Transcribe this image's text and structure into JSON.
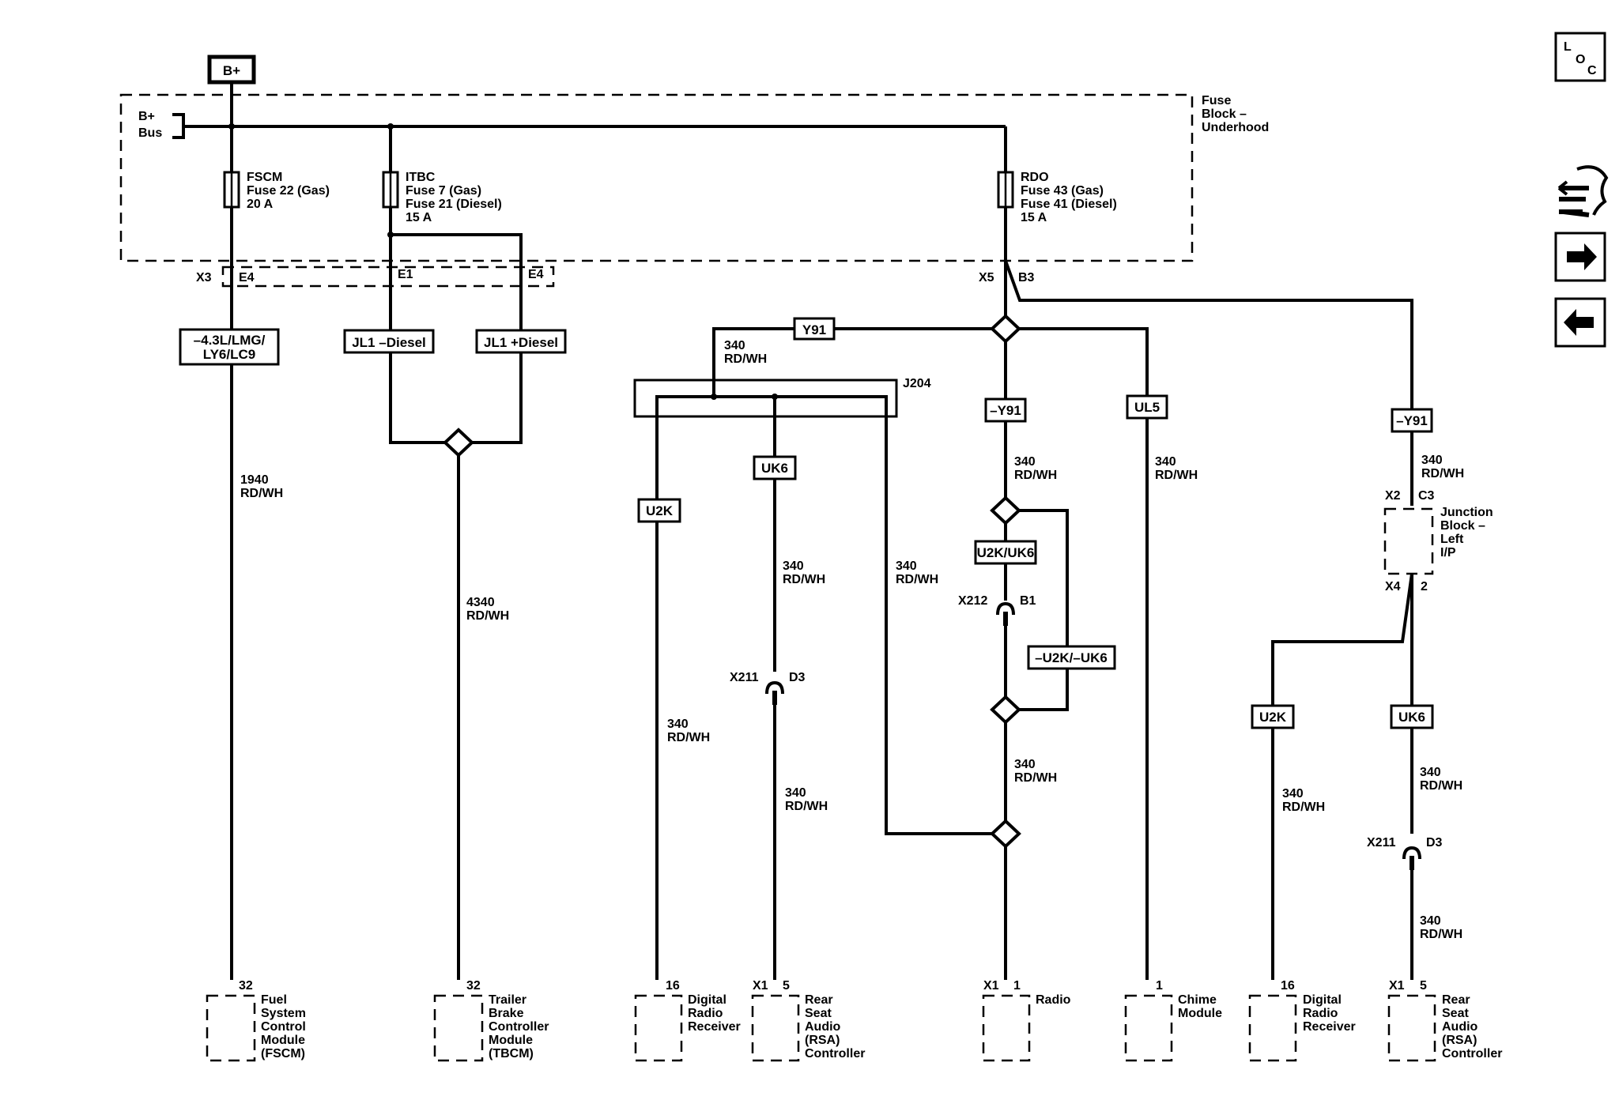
{
  "source": {
    "bplus": "B+",
    "bus_line1": "B+",
    "bus_line2": "Bus"
  },
  "fuse_block": {
    "line1": "Fuse",
    "line2": "Block –",
    "line3": "Underhood"
  },
  "fuses": [
    {
      "name": "FSCM",
      "line2": "Fuse 22 (Gas)",
      "line3": "20 A"
    },
    {
      "name": "ITBC",
      "line2": "Fuse 7 (Gas)",
      "line3": "Fuse 21 (Diesel)",
      "line4": "15 A"
    },
    {
      "name": "RDO",
      "line2": "Fuse 43 (Gas)",
      "line3": "Fuse 41 (Diesel)",
      "line4": "15 A"
    }
  ],
  "connectors": {
    "x3": "X3",
    "e4a": "E4",
    "e1": "E1",
    "e4b": "E4",
    "x5": "X5",
    "b3": "B3",
    "j204": "J204",
    "x212": "X212",
    "b1": "B1",
    "x211a": "X211",
    "d3a": "D3",
    "x211b": "X211",
    "d3b": "D3",
    "x2": "X2",
    "c3": "C3",
    "x4": "X4",
    "p2": "2"
  },
  "options": {
    "eng": {
      "line1": "–4.3L/LMG/",
      "line2": "LY6/LC9"
    },
    "jl1_minus": "JL1 –Diesel",
    "jl1_plus": "JL1 +Diesel",
    "y91": "Y91",
    "not_y91_a": "–Y91",
    "ul5": "UL5",
    "not_y91_b": "–Y91",
    "u2k_a": "U2K",
    "uk6_a": "UK6",
    "u2k_uk6": "U2K/UK6",
    "not_u2k_uk6": "–U2K/–UK6",
    "u2k_b": "U2K",
    "uk6_b": "UK6"
  },
  "wires": {
    "w1940": {
      "num": "1940",
      "color": "RD/WH"
    },
    "w4340": {
      "num": "4340",
      "color": "RD/WH"
    },
    "w340": {
      "num": "340",
      "color": "RD/WH"
    }
  },
  "junction_block": {
    "line1": "Junction",
    "line2": "Block –",
    "line3": "Left",
    "line4": "I/P"
  },
  "modules": [
    {
      "pin": "32",
      "conn": "",
      "lines": [
        "Fuel",
        "System",
        "Control",
        "Module",
        "(FSCM)"
      ]
    },
    {
      "pin": "32",
      "conn": "",
      "lines": [
        "Trailer",
        "Brake",
        "Controller",
        "Module",
        "(TBCM)"
      ]
    },
    {
      "pin": "16",
      "conn": "",
      "lines": [
        "Digital",
        "Radio",
        "Receiver"
      ]
    },
    {
      "pin": "5",
      "conn": "X1",
      "lines": [
        "Rear",
        "Seat",
        "Audio",
        "(RSA)",
        "Controller"
      ]
    },
    {
      "pin": "1",
      "conn": "X1",
      "lines": [
        "Radio"
      ]
    },
    {
      "pin": "1",
      "conn": "",
      "lines": [
        "Chime",
        "Module"
      ]
    },
    {
      "pin": "16",
      "conn": "",
      "lines": [
        "Digital",
        "Radio",
        "Receiver"
      ]
    },
    {
      "pin": "5",
      "conn": "X1",
      "lines": [
        "Rear",
        "Seat",
        "Audio",
        "(RSA)",
        "Controller"
      ]
    }
  ],
  "toolbar": {
    "loc_l": "L",
    "loc_o": "O",
    "loc_c": "C",
    "route_icon": "route-icon",
    "next_icon": "arrow-right-icon",
    "prev_icon": "arrow-left-icon"
  }
}
